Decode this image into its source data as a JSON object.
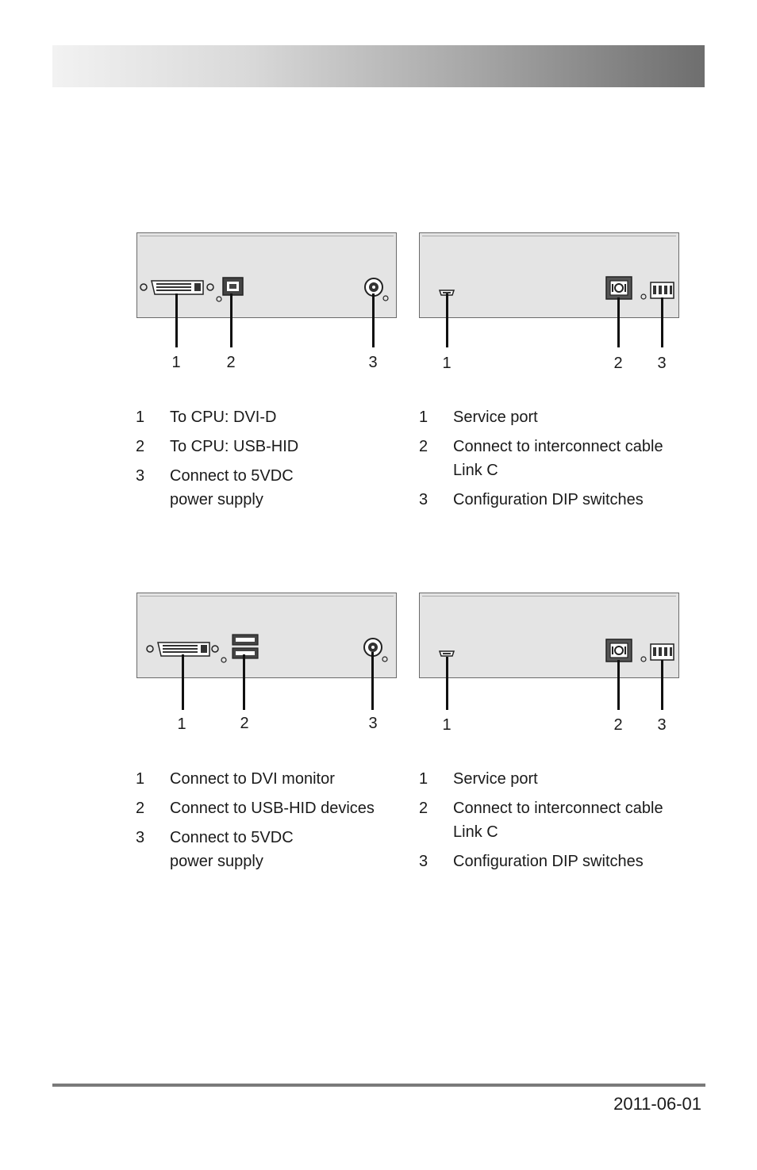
{
  "footer": {
    "date": "2011-06-01"
  },
  "sections": [
    {
      "left": {
        "callouts": [
          "1",
          "2",
          "3"
        ],
        "legend": [
          {
            "num": "1",
            "text": "To CPU: DVI-D"
          },
          {
            "num": "2",
            "text": "To CPU: USB-HID"
          },
          {
            "num": "3",
            "text": "Connect to 5VDC\npower supply"
          }
        ]
      },
      "right": {
        "callouts": [
          "1",
          "2",
          "3"
        ],
        "legend": [
          {
            "num": "1",
            "text": "Service port"
          },
          {
            "num": "2",
            "text": "Connect to interconnect cable\nLink C"
          },
          {
            "num": "3",
            "text": "Configuration DIP switches"
          }
        ]
      }
    },
    {
      "left": {
        "callouts": [
          "1",
          "2",
          "3"
        ],
        "legend": [
          {
            "num": "1",
            "text": "Connect to DVI monitor"
          },
          {
            "num": "2",
            "text": "Connect to USB-HID devices"
          },
          {
            "num": "3",
            "text": "Connect to 5VDC\npower supply"
          }
        ]
      },
      "right": {
        "callouts": [
          "1",
          "2",
          "3"
        ],
        "legend": [
          {
            "num": "1",
            "text": "Service port"
          },
          {
            "num": "2",
            "text": "Connect to interconnect cable\nLink C"
          },
          {
            "num": "3",
            "text": "Configuration DIP switches"
          }
        ]
      }
    }
  ]
}
